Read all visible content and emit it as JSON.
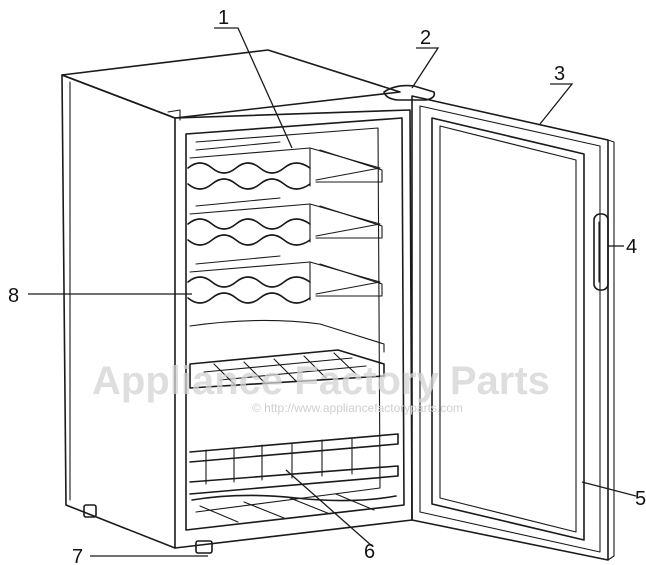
{
  "callouts": [
    {
      "id": "1",
      "label": "1"
    },
    {
      "id": "2",
      "label": "2"
    },
    {
      "id": "3",
      "label": "3"
    },
    {
      "id": "4",
      "label": "4"
    },
    {
      "id": "5",
      "label": "5"
    },
    {
      "id": "6",
      "label": "6"
    },
    {
      "id": "7",
      "label": "7"
    },
    {
      "id": "8",
      "label": "8"
    }
  ],
  "watermark": {
    "title": "Appliance Factory Parts",
    "url": "© http://www.appliancefactoryparts.com"
  },
  "colors": {
    "line": "#1a1a1a",
    "watermark": "#d4d4d4"
  }
}
